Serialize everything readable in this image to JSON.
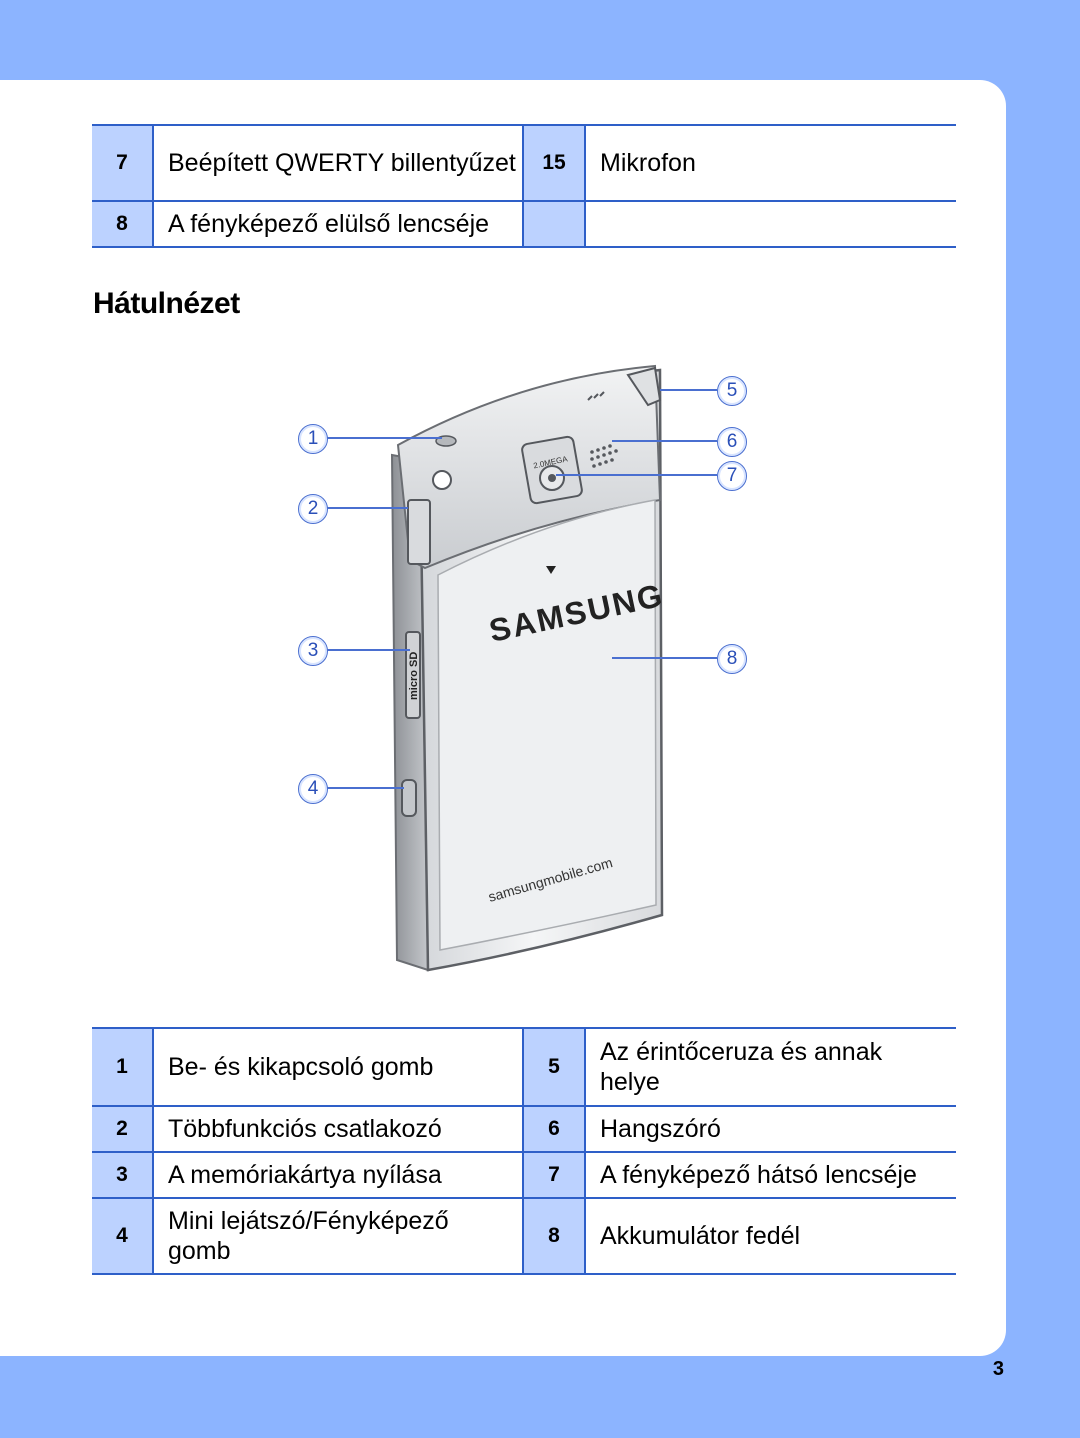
{
  "top_table": {
    "rows": [
      {
        "left_num": "7",
        "left_text": "Beépített QWERTY billentyűzet",
        "right_num": "15",
        "right_text": "Mikrofon"
      },
      {
        "left_num": "8",
        "left_text": "A fényképező elülső lencséje",
        "right_num": "",
        "right_text": ""
      }
    ]
  },
  "section_title": "Hátulnézet",
  "figure": {
    "callouts": [
      "1",
      "2",
      "3",
      "4",
      "5",
      "6",
      "7",
      "8"
    ],
    "brand": "SAMSUNG",
    "website": "samsungmobile.com",
    "camera_label": "2.0MEGA",
    "slot_label": "micro SD"
  },
  "bottom_table": {
    "rows": [
      {
        "left_num": "1",
        "left_text": "Be- és kikapcsoló gomb",
        "right_num": "5",
        "right_text": "Az érintőceruza és annak helye"
      },
      {
        "left_num": "2",
        "left_text": "Többfunkciós csatlakozó",
        "right_num": "6",
        "right_text": "Hangszóró"
      },
      {
        "left_num": "3",
        "left_text": "A memóriakártya nyílása",
        "right_num": "7",
        "right_text": "A fényképező hátsó lencséje"
      },
      {
        "left_num": "4",
        "left_text": "Mini lejátszó/Fényképező gomb",
        "right_num": "8",
        "right_text": "Akkumulátor fedél"
      }
    ]
  },
  "page_number": "3",
  "colors": {
    "background": "#8cb4ff",
    "accent": "#2e5fc8",
    "cell_fill": "#bcd2ff"
  }
}
